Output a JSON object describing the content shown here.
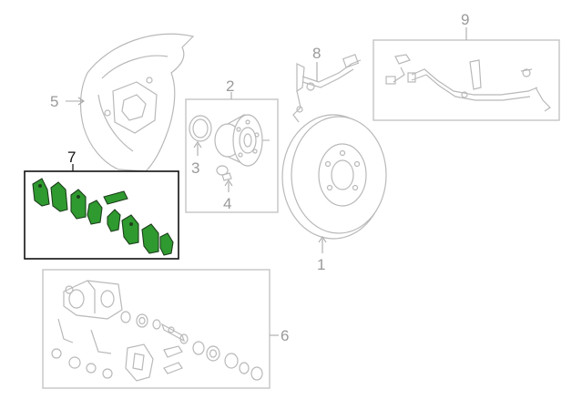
{
  "colors": {
    "highlight_fill": "#2f9a2f",
    "highlight_stroke": "#1d3f1d",
    "ghost_stroke": "#b9b9b9",
    "active_outline": "#111111"
  },
  "callouts": {
    "rotor": "1",
    "hub": "2",
    "oring": "3",
    "bolt": "4",
    "splash_shield": "5",
    "caliper": "6",
    "pad_kit": "7",
    "sensor": "8",
    "wire_harness": "9"
  },
  "selected_group": "7"
}
